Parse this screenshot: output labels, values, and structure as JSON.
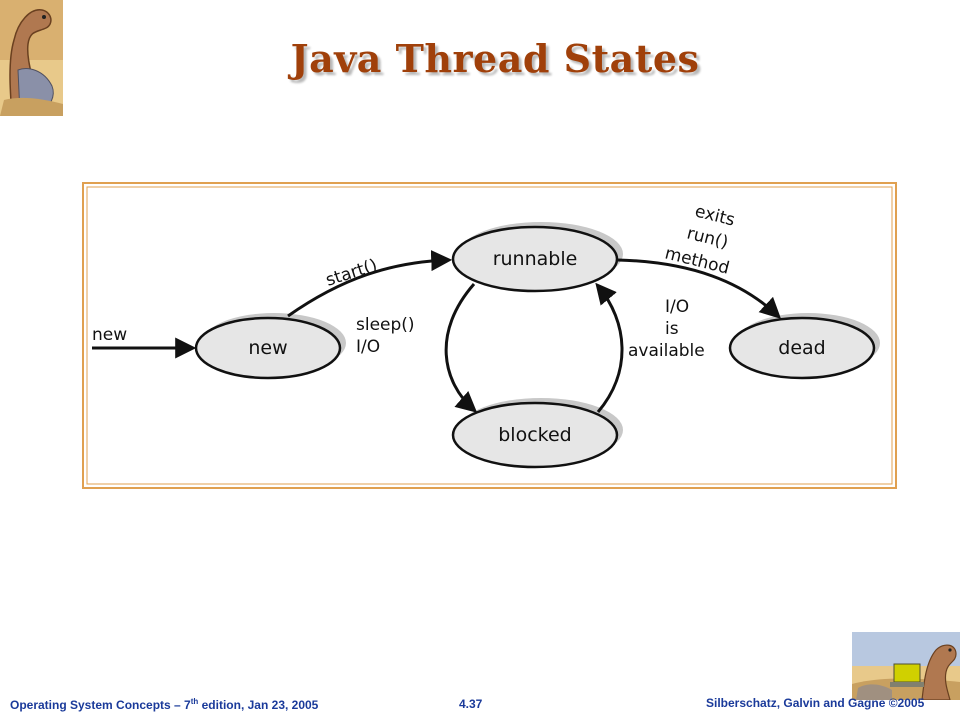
{
  "title": "Java Thread States",
  "diagram": {
    "states": {
      "new": "new",
      "runnable": "runnable",
      "blocked": "blocked",
      "dead": "dead"
    },
    "transitions": {
      "entry": "new",
      "start": "start()",
      "sleep_line1": "sleep()",
      "sleep_line2": "I/O",
      "io_line1": "I/O",
      "io_line2": "is",
      "io_line3": "available",
      "exit_line1": "exits",
      "exit_line2": "run()",
      "exit_line3": "method"
    }
  },
  "footer": {
    "left_prefix": "Operating System Concepts – 7",
    "left_sup": "th",
    "left_suffix": " edition, Jan 23, 2005",
    "page": "4.37",
    "right": "Silberschatz, Galvin and Gagne ©2005"
  },
  "colors": {
    "title": "#a0400a",
    "frame": "#e0a050",
    "footer": "#1a3a9a",
    "node_fill": "#e6e6e6"
  }
}
